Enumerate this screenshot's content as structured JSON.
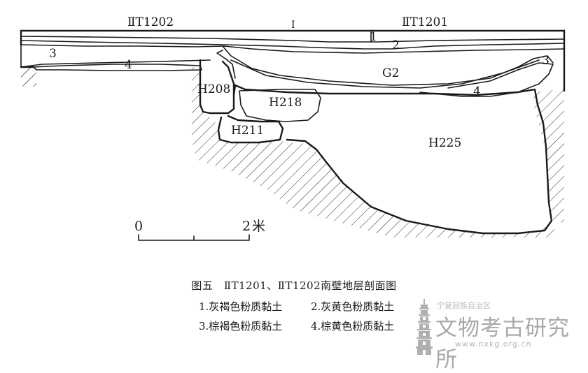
{
  "figure": {
    "trench_left": "ⅡT1202",
    "trench_right": "ⅡT1201",
    "tick_mark": "I",
    "layer_labels": [
      "1",
      "2",
      "3",
      "4",
      "3",
      "4"
    ],
    "feature_labels": {
      "g2": "G2",
      "h208": "H208",
      "h218": "H218",
      "h211": "H211",
      "h225": "H225"
    },
    "scale": {
      "start": "0",
      "end": "2",
      "unit": "米"
    }
  },
  "caption": {
    "title": "图五　ⅡT1201、ⅡT1202南壁地层剖面图",
    "legend": [
      "1.灰褐色粉质黏土",
      "2.灰黄色粉质黏土",
      "3.棕褐色粉质黏土",
      "4.棕黄色粉质黏土"
    ]
  },
  "watermark": {
    "site": "宁夏回族自治区",
    "title": "文物考古研究所",
    "url": "www.nxkg.org.cn"
  },
  "colors": {
    "ink": "#1a1a1a",
    "watermark": "#a9a9a9"
  }
}
